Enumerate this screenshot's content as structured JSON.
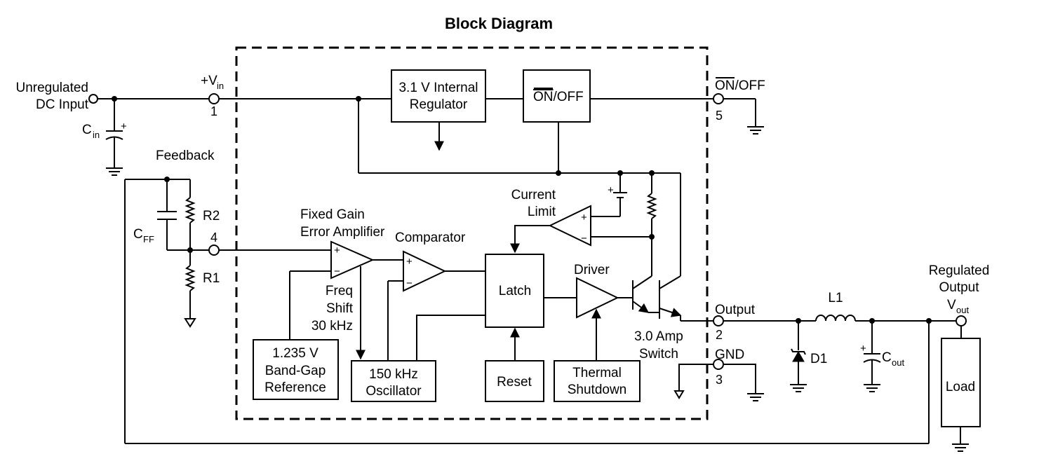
{
  "title": "Block Diagram",
  "labels": {
    "unregulated_1": "Unregulated",
    "unregulated_2": "DC Input",
    "cin": "C",
    "cin_sub": "in",
    "vin": "+V",
    "vin_sub": "in",
    "feedback": "Feedback",
    "r2": "R2",
    "r1": "R1",
    "cff": "C",
    "cff_sub": "FF",
    "fixed_gain_1": "Fixed Gain",
    "fixed_gain_2": "Error Amplifier",
    "comparator": "Comparator",
    "current_limit_1": "Current",
    "current_limit_2": "Limit",
    "driver": "Driver",
    "freq_1": "Freq",
    "freq_2": "Shift",
    "freq_3": "30 kHz",
    "switch_1": "3.0 Amp",
    "switch_2": "Switch",
    "on_part": "ON",
    "off_part": "/OFF",
    "output": "Output",
    "gnd": "GND",
    "l1": "L1",
    "d1": "D1",
    "cout": "C",
    "cout_sub": "out",
    "regulated_1": "Regulated",
    "regulated_2": "Output",
    "vout": "V",
    "vout_sub": "out",
    "plus": "+",
    "minus": "−"
  },
  "blocks": {
    "internal_regulator_1": "3.1 V Internal",
    "internal_regulator_2": "Regulator",
    "onoff_on": "ON",
    "onoff_off": "/OFF",
    "latch": "Latch",
    "bandgap_1": "1.235 V",
    "bandgap_2": "Band-Gap",
    "bandgap_3": "Reference",
    "oscillator_1": "150 kHz",
    "oscillator_2": "Oscillator",
    "reset": "Reset",
    "thermal_1": "Thermal",
    "thermal_2": "Shutdown",
    "load": "Load"
  },
  "pins": {
    "vin": "1",
    "feedback": "4",
    "onoff": "5",
    "output": "2",
    "gnd": "3"
  }
}
